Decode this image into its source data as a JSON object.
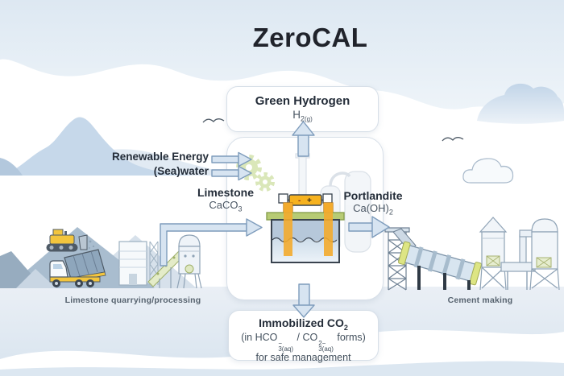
{
  "title": "ZeroCAL",
  "green_hydrogen_box": {
    "title": "Green Hydrogen",
    "formula": {
      "base": "H",
      "sub": "2",
      "state": "(g)"
    }
  },
  "inputs": {
    "energy": "Renewable Energy",
    "water": "(Sea)water"
  },
  "reactor": {
    "limestone": {
      "name": "Limestone",
      "formula_base": "CaCO",
      "formula_sub": "3"
    },
    "portlandite": {
      "name": "Portlandite",
      "formula_base": "Ca(OH)",
      "formula_sub": "2"
    },
    "power_supply": {
      "minus": "-",
      "plus": "+"
    }
  },
  "co2_box": {
    "title_base": "Immobilized CO",
    "title_sub": "2",
    "line2": {
      "p1": "(in HCO",
      "s1_sup": "−",
      "s1_sub": "3(aq)",
      "p2": " / CO",
      "s2_sup": "2−",
      "s2_sub": "3(aq)",
      "p3": " forms)"
    },
    "line3": "for safe management"
  },
  "captions": {
    "left": "Limestone quarrying/processing",
    "right": "Cement making"
  },
  "icons": {
    "scene": [
      "cloud",
      "bird",
      "mountain",
      "quarry-pile",
      "bulldozer",
      "dump-truck",
      "conveyor",
      "storage-silo",
      "processing-building",
      "gear",
      "electrolyzer",
      "lattice-tower",
      "rotary-kiln",
      "cement-plant-towers",
      "flow-arrow"
    ]
  },
  "colors": {
    "accent_yellow": "#f6b21f",
    "electrode_yellow": "#f3ab2e",
    "lid_green": "#b7cb74",
    "arrow_fill": "#d7e4f1",
    "arrow_stroke": "#7e9cbc",
    "sky": "#dde8f2",
    "water_top": "#b6c8da",
    "water_bottom": "#ebf2f8",
    "text_dark": "#232c38",
    "text_muted": "#4a5663"
  }
}
